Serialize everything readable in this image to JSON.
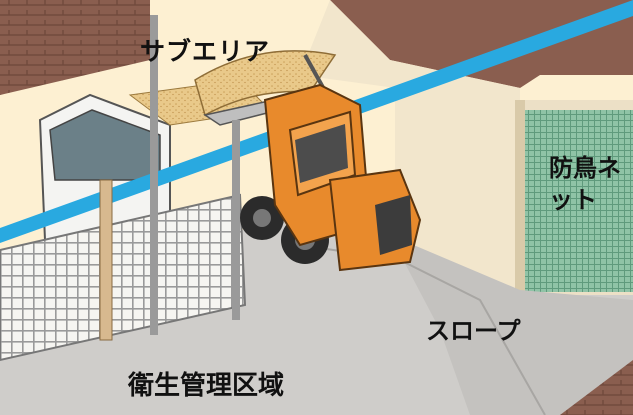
{
  "figure": {
    "description_labels": {
      "sub_area": "サブエリア",
      "bird_net": "防鳥ネット",
      "slope": "スロープ",
      "hygiene_zone": "衛生管理区域"
    }
  },
  "colors": {
    "background": "#fdf0d2",
    "floor": "#cfcdca",
    "wall_cream": "#f2e6cc",
    "roof_brown": "#8a5e4f",
    "fence_white": "#f5f4f0",
    "net_green": "#8fc3a6",
    "loader_orange": "#e88a2c",
    "water_blue": "#29a9e0",
    "sand": "#e8c887",
    "post_tan": "#d7b98f"
  }
}
